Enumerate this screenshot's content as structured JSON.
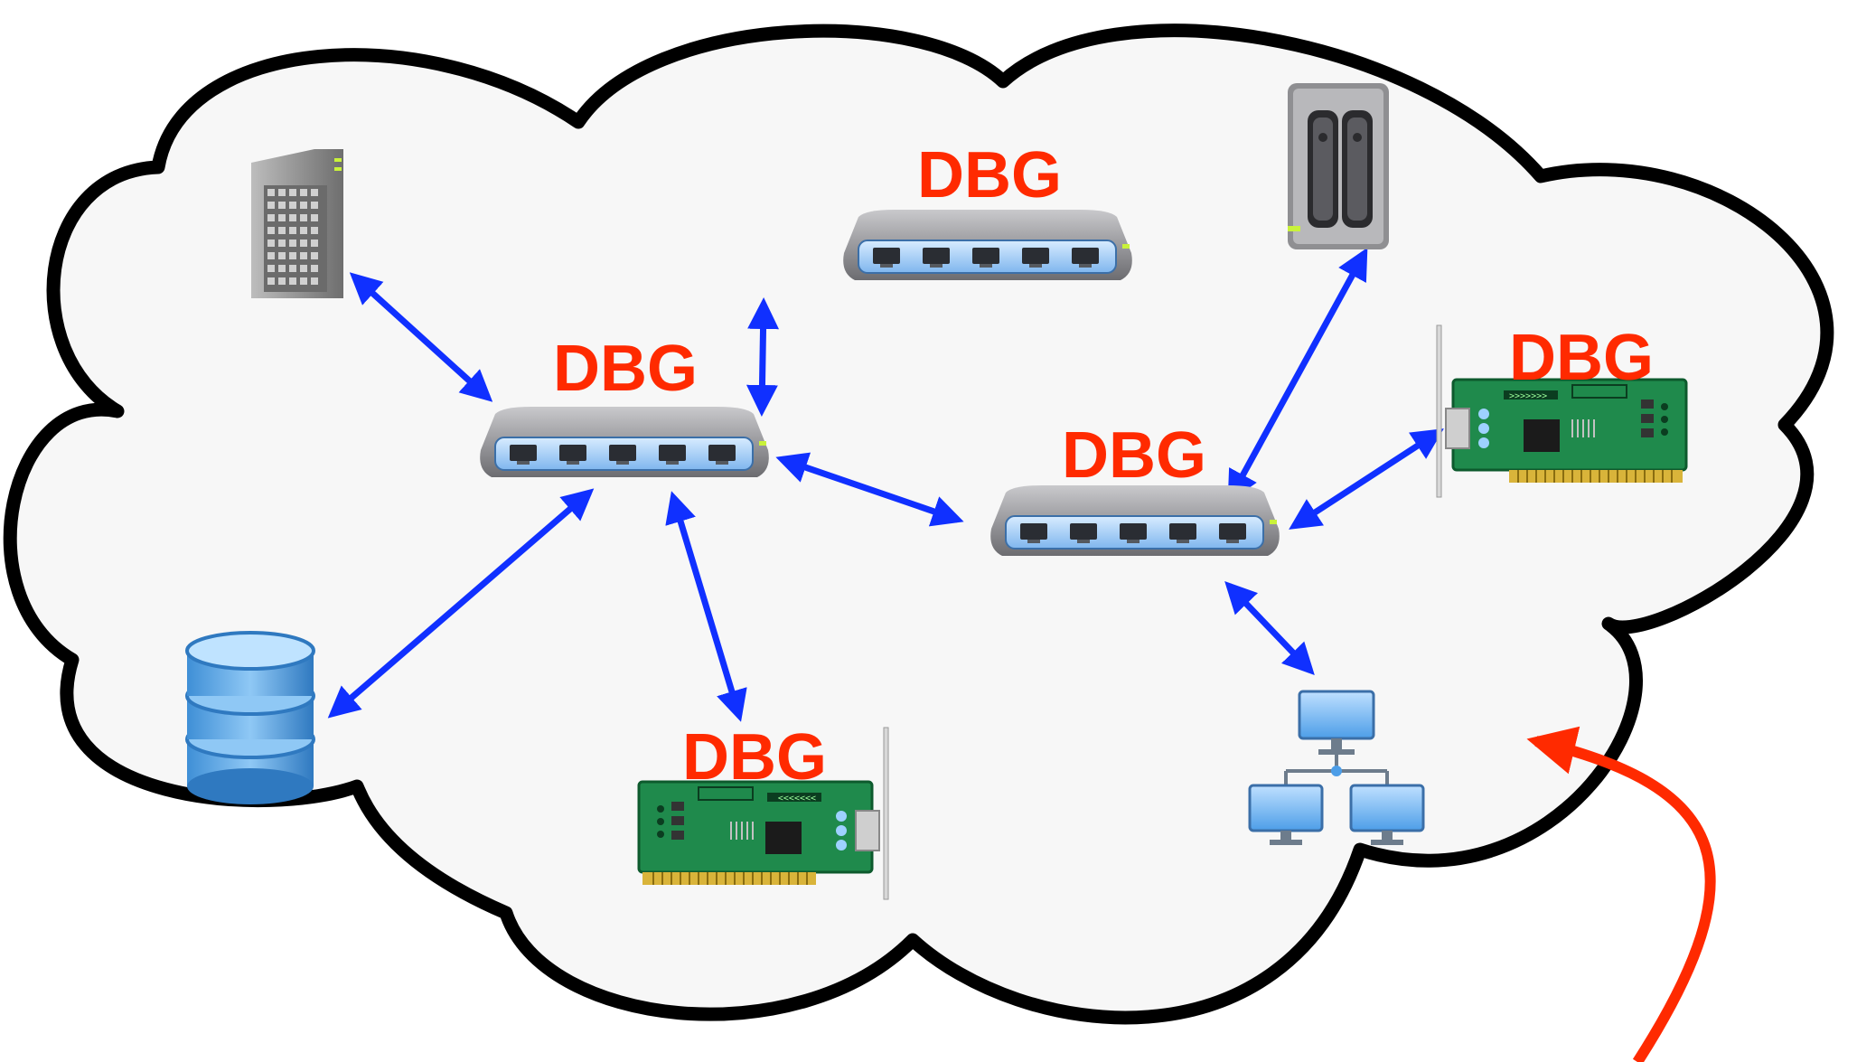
{
  "diagram": {
    "cloud": {
      "fill": "#f7f7f7",
      "stroke": "#000000"
    },
    "colors": {
      "link_arrow": "#1030ff",
      "external_arrow": "#ff2a00",
      "label": "#ff2a00"
    },
    "nodes": [
      {
        "id": "server-tower",
        "icon": "server-tower-icon"
      },
      {
        "id": "switch-top",
        "icon": "network-switch-icon",
        "label": "DBG"
      },
      {
        "id": "nas-storage",
        "icon": "nas-storage-icon"
      },
      {
        "id": "switch-left",
        "icon": "network-switch-icon",
        "label": "DBG"
      },
      {
        "id": "nic-right",
        "icon": "network-card-icon",
        "label": "DBG"
      },
      {
        "id": "switch-right",
        "icon": "network-switch-icon",
        "label": "DBG"
      },
      {
        "id": "database",
        "icon": "database-icon"
      },
      {
        "id": "nic-bottom",
        "icon": "network-card-icon",
        "label": "DBG"
      },
      {
        "id": "lan",
        "icon": "local-network-icon"
      }
    ],
    "links": [
      {
        "from": "server-tower",
        "to": "switch-left"
      },
      {
        "from": "switch-left",
        "to": "switch-top"
      },
      {
        "from": "switch-left",
        "to": "switch-right"
      },
      {
        "from": "switch-left",
        "to": "database"
      },
      {
        "from": "switch-left",
        "to": "nic-bottom"
      },
      {
        "from": "switch-right",
        "to": "nas-storage"
      },
      {
        "from": "switch-right",
        "to": "nic-right"
      },
      {
        "from": "switch-right",
        "to": "lan"
      }
    ],
    "external_link": {
      "to": "lan",
      "from": "outside-cloud"
    }
  }
}
